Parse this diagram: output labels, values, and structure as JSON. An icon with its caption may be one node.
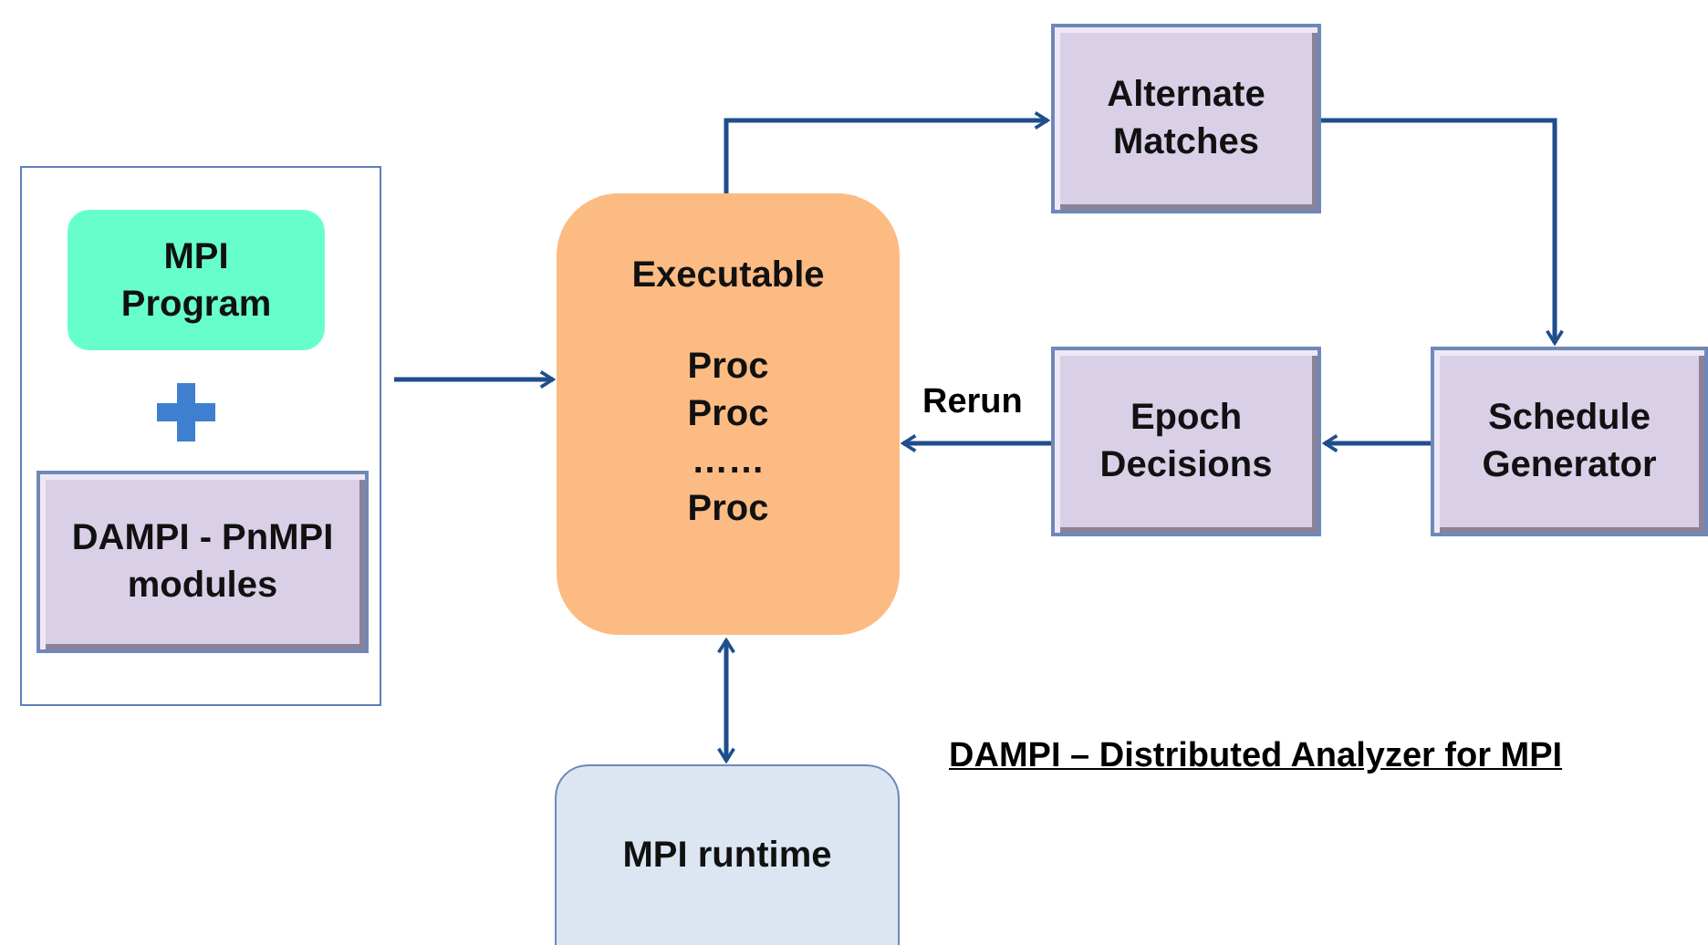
{
  "diagram": {
    "nodes": [
      {
        "text": [],
        "shape": "box"
      },
      {
        "text": [
          "MPI Program"
        ],
        "in": 0
      },
      {
        "text": [
          "DAMPI - PnMPI modules"
        ],
        "in": 0
      },
      {
        "text": [
          "Executable",
          "Proc",
          "Proc",
          "……",
          "Proc"
        ]
      },
      {
        "text": [
          "Alternate Matches"
        ]
      },
      {
        "text": [
          "Schedule Generator"
        ]
      },
      {
        "text": [
          "Epoch Decisions"
        ]
      },
      {
        "text": [
          "MPI runtime"
        ]
      }
    ],
    "edges": [
      {
        "from": 0,
        "to": 3,
        "arrow": "to"
      },
      {
        "from": 3,
        "to": 4,
        "arrow": "to"
      },
      {
        "from": 4,
        "to": 5,
        "arrow": "to"
      },
      {
        "from": 5,
        "to": 6,
        "arrow": "to"
      },
      {
        "from": 6,
        "to": 3,
        "arrow": "to",
        "label": "Rerun"
      },
      {
        "from": 3,
        "to": 7,
        "arrow": "both"
      }
    ],
    "labels": [
      "DAMPI – Distributed Analyzer for MPI"
    ]
  }
}
